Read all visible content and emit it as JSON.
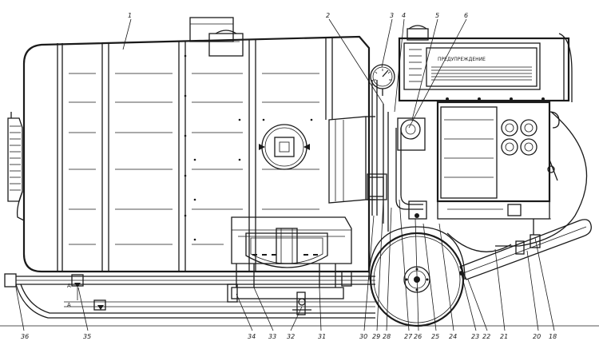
{
  "plate_text": "ПРЕДУПРЕЖДЕНИЕ",
  "axle_label_upper": "А",
  "axle_label_lower": "А",
  "callouts": [
    {
      "id": "1",
      "label": "1"
    },
    {
      "id": "2",
      "label": "2"
    },
    {
      "id": "3",
      "label": "3"
    },
    {
      "id": "4",
      "label": "4"
    },
    {
      "id": "5",
      "label": "5"
    },
    {
      "id": "6",
      "label": "6"
    },
    {
      "id": "18",
      "label": "18"
    },
    {
      "id": "20",
      "label": "20"
    },
    {
      "id": "21",
      "label": "21"
    },
    {
      "id": "22",
      "label": "22"
    },
    {
      "id": "23",
      "label": "23"
    },
    {
      "id": "24",
      "label": "24"
    },
    {
      "id": "25",
      "label": "25"
    },
    {
      "id": "26",
      "label": "26"
    },
    {
      "id": "27",
      "label": "27"
    },
    {
      "id": "28",
      "label": "28"
    },
    {
      "id": "29",
      "label": "29"
    },
    {
      "id": "30",
      "label": "30"
    },
    {
      "id": "31",
      "label": "31"
    },
    {
      "id": "32",
      "label": "32"
    },
    {
      "id": "33",
      "label": "33"
    },
    {
      "id": "34",
      "label": "34"
    },
    {
      "id": "35",
      "label": "35"
    },
    {
      "id": "36",
      "label": "36"
    }
  ]
}
